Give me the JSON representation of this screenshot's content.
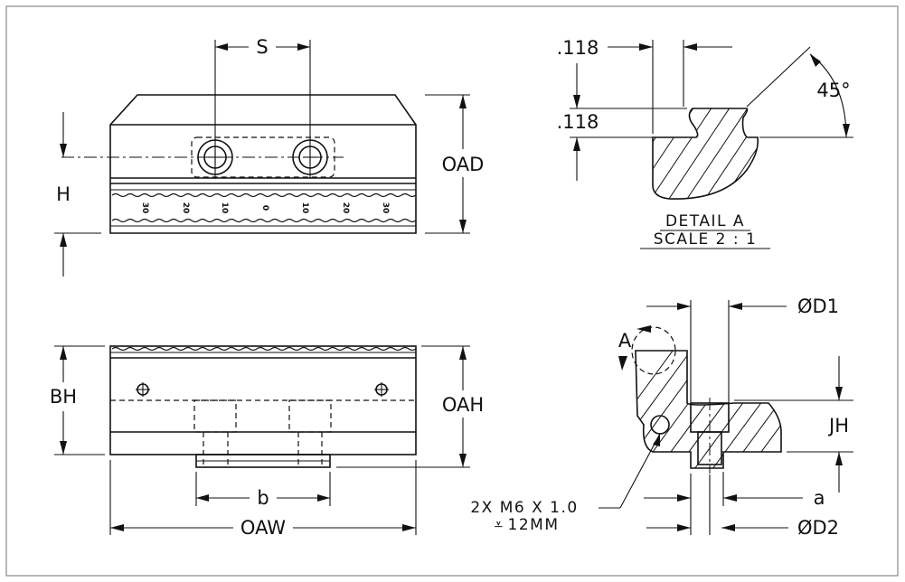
{
  "labels": {
    "s": "S",
    "oad": "OAD",
    "h": "H",
    "bh": "BH",
    "oah": "OAH",
    "b": "b",
    "oaw": "OAW",
    "dim118_top": ".118",
    "dim118_bottom": ".118",
    "angle45": "45°",
    "detail_title": "DETAIL A",
    "detail_scale": "SCALE 2 : 1",
    "od1": "ØD1",
    "od2": "ØD2",
    "jh": "JH",
    "a_small": "a",
    "detail_ref": "A",
    "thread_callout_1": "2X M6 X 1.0",
    "thread_callout_2": "12MM"
  },
  "serration_scale": [
    "30",
    "20",
    "10",
    "0",
    "10",
    "20",
    "30"
  ]
}
